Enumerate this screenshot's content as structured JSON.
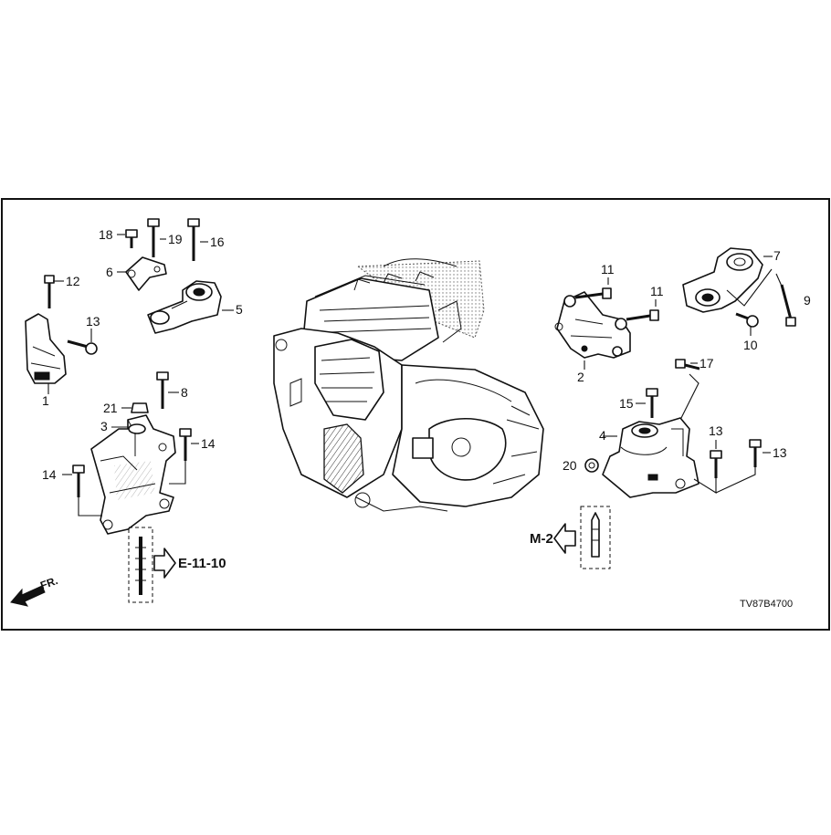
{
  "diagram": {
    "code": "TV87B4700",
    "front_marker": "FR.",
    "references": {
      "left": "E-11-10",
      "right": "M-2"
    },
    "callouts": [
      "1",
      "2",
      "3",
      "4",
      "5",
      "6",
      "7",
      "8",
      "9",
      "10",
      "11",
      "12",
      "13",
      "14",
      "15",
      "16",
      "17",
      "18",
      "19",
      "20",
      "21"
    ]
  }
}
